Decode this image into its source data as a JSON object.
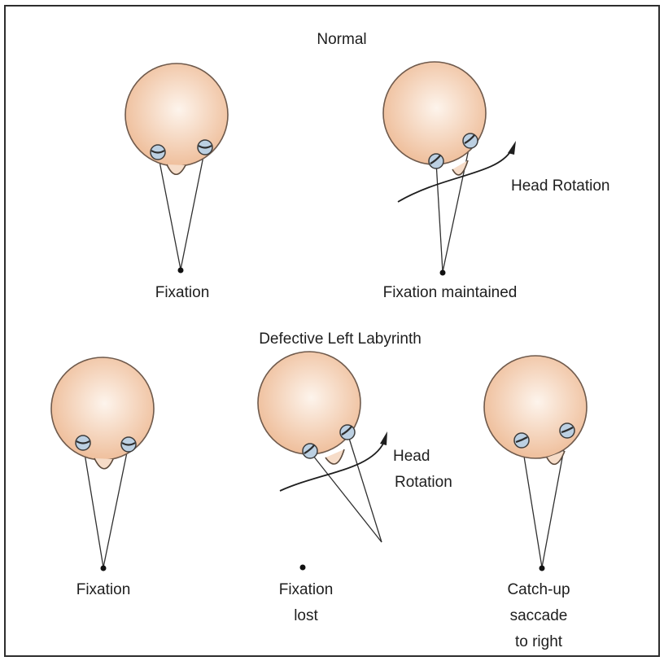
{
  "colors": {
    "skin_center": "#fdf4ec",
    "skin_edge": "#efbf9c",
    "eye": "#bcd0e2",
    "ink": "#1e1e1e"
  },
  "sections": {
    "normal_title": "Normal",
    "defective_title": "Defective Left Labyrinth"
  },
  "panels": {
    "normal_rest": {
      "labels": [
        "Fixation"
      ]
    },
    "normal_rotated": {
      "labels": [
        "Fixation maintained"
      ],
      "rotation_labels": [
        "Head Rotation"
      ]
    },
    "defective_rest": {
      "labels": [
        "Fixation"
      ]
    },
    "defective_rotated": {
      "labels": [
        "Fixation",
        "lost"
      ],
      "rotation_labels": [
        "Head",
        "Rotation"
      ]
    },
    "defective_saccade": {
      "labels": [
        "Catch-up",
        "saccade",
        "to right"
      ]
    }
  }
}
